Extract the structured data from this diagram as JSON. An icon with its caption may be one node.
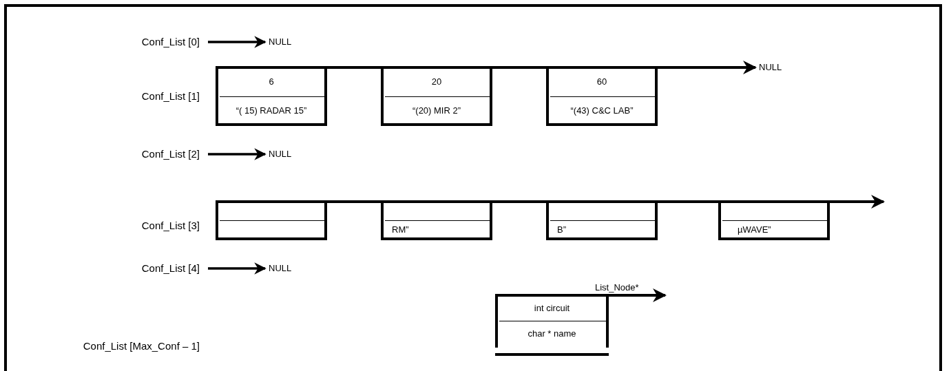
{
  "diagram": {
    "nodes": [
      {
        "text": [
          "Conf_List [0]"
        ]
      },
      {
        "text": [
          "NULL"
        ]
      },
      {
        "text": [
          "6",
          "“( 15) RADAR 15”"
        ]
      },
      {
        "text": [
          "20",
          "“(20) MIR 2”"
        ]
      },
      {
        "text": [
          "60",
          "“(43) C&C LAB”"
        ]
      },
      {
        "text": [
          "NULL"
        ]
      },
      {
        "text": [
          "Conf_List [2]"
        ]
      },
      {
        "text": [
          "NULL"
        ]
      },
      {
        "text": [],
        "shape": "box"
      },
      {
        "text": [
          "RM”"
        ]
      },
      {
        "text": [
          "B”"
        ]
      },
      {
        "text": [
          "µWAVE”"
        ]
      },
      {
        "text": [
          "Conf_List [4]"
        ]
      },
      {
        "text": [
          "NULL"
        ]
      },
      {
        "text": [
          "int circuit",
          "char * name"
        ]
      }
    ],
    "edges": [
      {
        "from": 0,
        "to": 1,
        "arrow": "to"
      },
      {
        "from": 2,
        "to": 3,
        "arrow": "none"
      },
      {
        "from": 3,
        "to": 4,
        "arrow": "none"
      },
      {
        "from": 4,
        "to": 5,
        "arrow": "to"
      },
      {
        "from": 6,
        "to": 7,
        "arrow": "to"
      },
      {
        "from": 8,
        "to": 9,
        "arrow": "none"
      },
      {
        "from": 9,
        "to": 10,
        "arrow": "none"
      },
      {
        "from": 10,
        "to": 11,
        "arrow": "none"
      },
      {
        "from": 11,
        "to": null,
        "arrow": "to"
      },
      {
        "from": 12,
        "to": 13,
        "arrow": "to"
      },
      {
        "from": 14,
        "to": null,
        "arrow": "to",
        "label": "List_Node*"
      }
    ],
    "labels": [
      "Conf_List [1]",
      "Conf_List [3]",
      "Conf_List [Max_Conf – 1]"
    ]
  }
}
